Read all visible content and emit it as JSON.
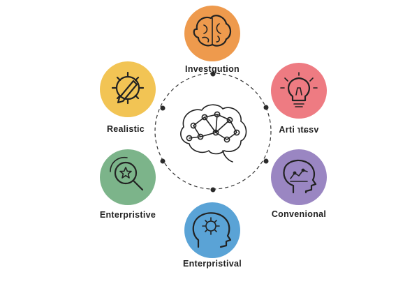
{
  "diagram": {
    "center_icon": "brain-network-icon",
    "nodes": [
      {
        "id": "top",
        "label": "Investgution",
        "icon": "brain-icon",
        "color": "#EE9A4D"
      },
      {
        "id": "upper-left",
        "label": "Realistic",
        "icon": "gear-pencil-icon",
        "color": "#F2C454"
      },
      {
        "id": "upper-right",
        "label": "Arti ℩tɕsv",
        "icon": "lightbulb-icon",
        "color": "#EE7B82"
      },
      {
        "id": "lower-left",
        "label": "Enterpristive",
        "icon": "magnifier-star-icon",
        "color": "#7CB48A"
      },
      {
        "id": "lower-right",
        "label": "Convenional",
        "icon": "head-chart-icon",
        "color": "#9A86C2"
      },
      {
        "id": "bottom",
        "label": "Enterpristival",
        "icon": "head-gear-icon",
        "color": "#5AA3D6"
      }
    ]
  }
}
